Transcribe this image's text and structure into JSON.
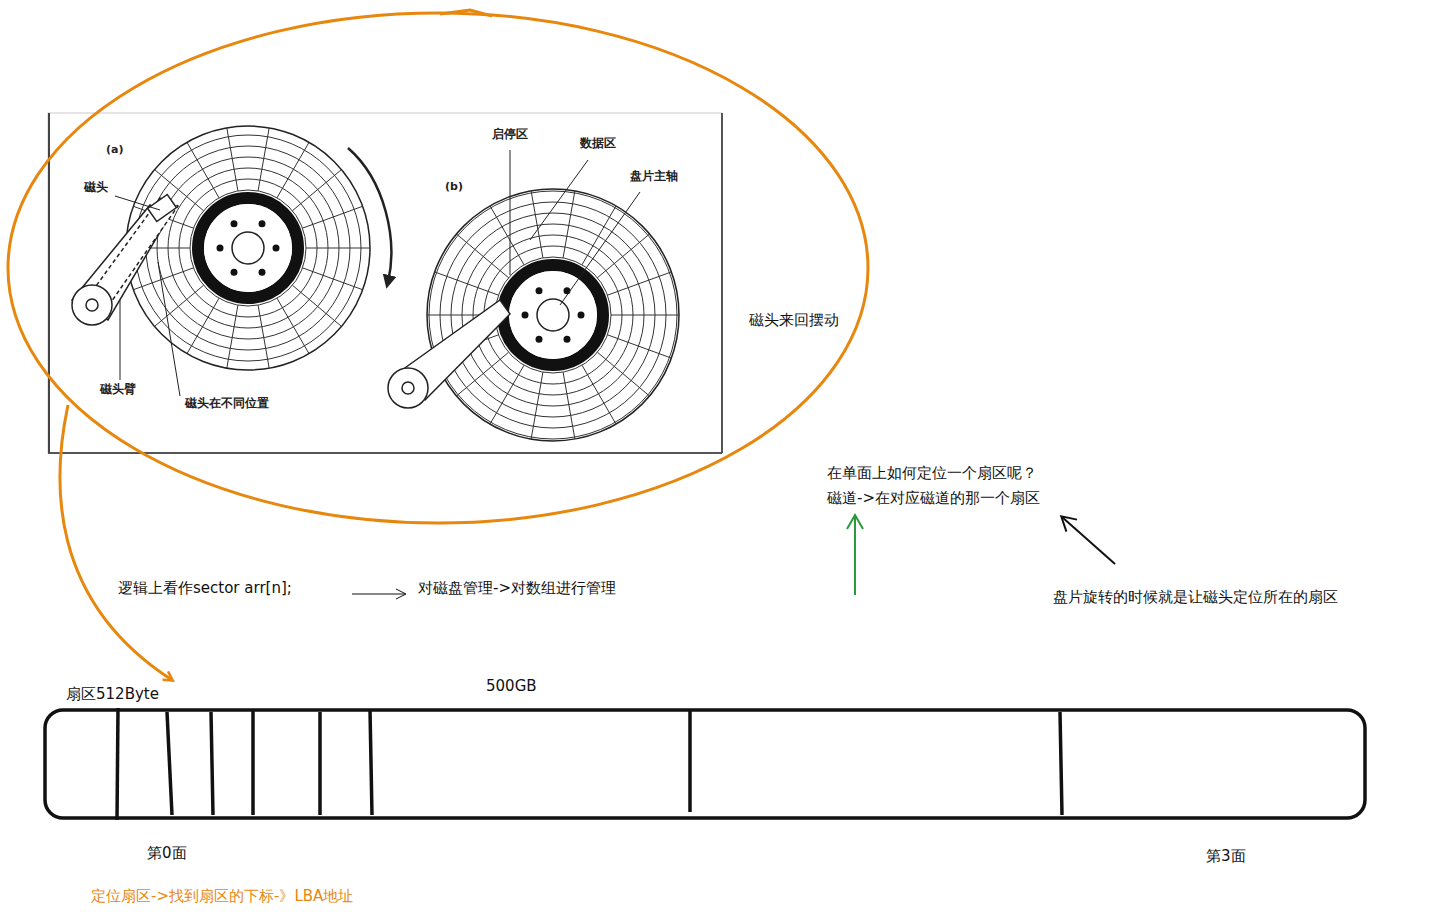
{
  "diagram": {
    "labels": [
      "(a)",
      "磁头",
      "磁头臂",
      "磁头在不同位置",
      "(b)",
      "启停区",
      "数据区",
      "盘片主轴",
      "磁头来回摆动",
      "在单面上如何定位一个扇区呢？",
      "磁道->在对应磁道的那一个扇区",
      "盘片旋转的时候就是让磁头定位所在的扇区",
      "逻辑上看作sector arr[n];",
      "对磁盘管理->对数组进行管理",
      "扇区512Byte",
      "500GB",
      "第0面",
      "第3面",
      "定位扇区->找到扇区的下标-》LBA地址"
    ]
  }
}
